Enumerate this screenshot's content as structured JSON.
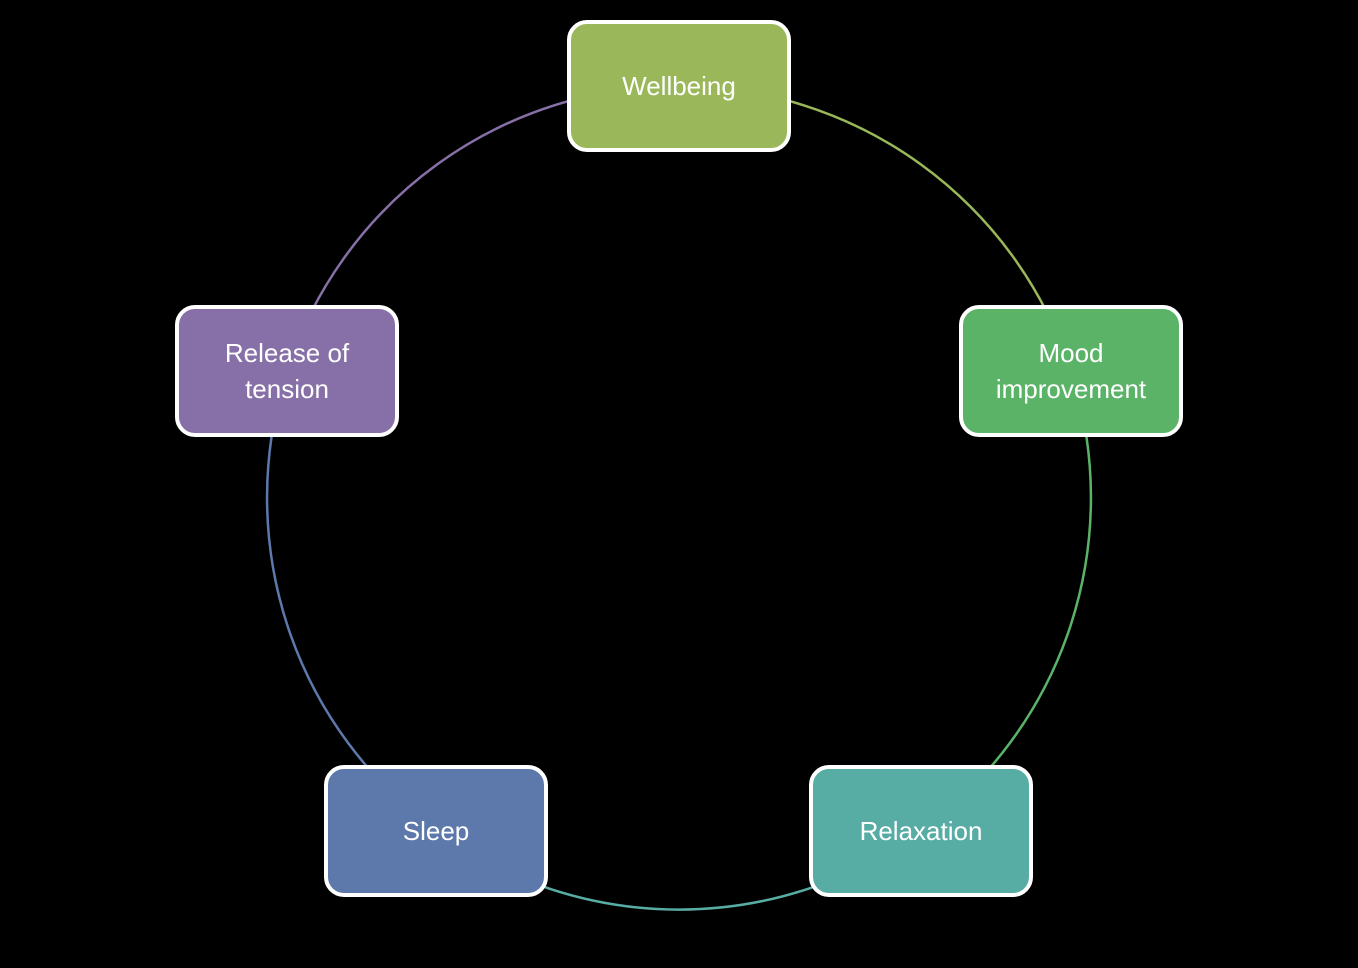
{
  "background_color": "#000000",
  "diagram": {
    "type": "cycle",
    "direction": "clockwise",
    "text_color": "#ffffff",
    "node_border_color": "#ffffff",
    "nodes": [
      {
        "id": "wellbeing",
        "label": "Wellbeing",
        "color": "#9ab859"
      },
      {
        "id": "mood-improvement",
        "label": "Mood improvement",
        "color": "#5bb368"
      },
      {
        "id": "relaxation",
        "label": "Relaxation",
        "color": "#57ada4"
      },
      {
        "id": "sleep",
        "label": "Sleep",
        "color": "#5d79ac"
      },
      {
        "id": "release-of-tension",
        "label": "Release of tension",
        "color": "#8770a8"
      }
    ],
    "connections": [
      {
        "from": "wellbeing",
        "to": "mood-improvement"
      },
      {
        "from": "mood-improvement",
        "to": "relaxation"
      },
      {
        "from": "relaxation",
        "to": "sleep"
      },
      {
        "from": "sleep",
        "to": "release-of-tension"
      },
      {
        "from": "release-of-tension",
        "to": "wellbeing"
      }
    ]
  }
}
